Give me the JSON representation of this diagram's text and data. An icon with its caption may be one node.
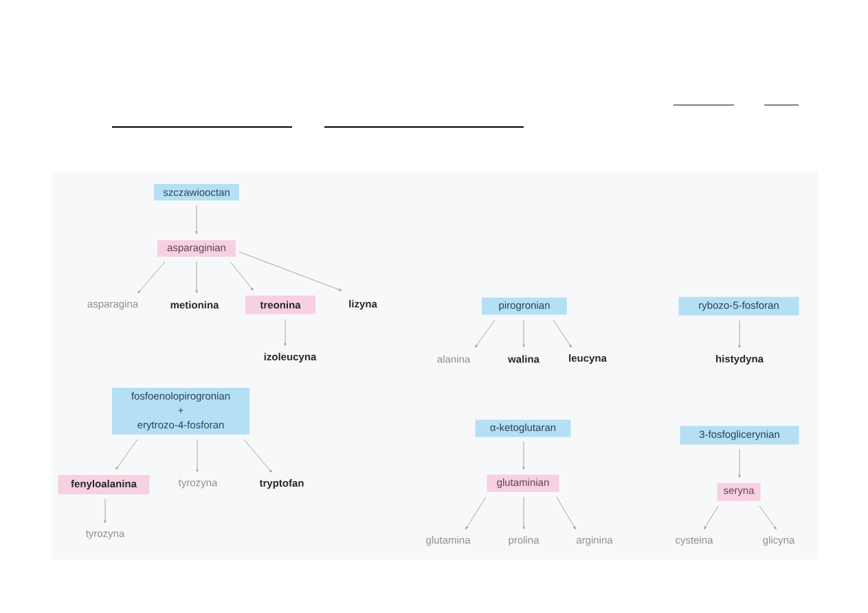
{
  "diagram": {
    "nodes": [
      {
        "text": [
          "szczawiooctan"
        ]
      },
      {
        "text": [
          "asparaginian"
        ]
      },
      {
        "text": [
          "asparagina"
        ]
      },
      {
        "text": [
          "metionina"
        ]
      },
      {
        "text": [
          "treonina"
        ]
      },
      {
        "text": [
          "lizyna"
        ]
      },
      {
        "text": [
          "izoleucyna"
        ]
      },
      {
        "text": [
          "fosfoenolopirogronian + erytrozo-4-fosforan"
        ]
      },
      {
        "text": [
          "fenyloalanina"
        ]
      },
      {
        "text": [
          "tyrozyna"
        ]
      },
      {
        "text": [
          "tryptofan"
        ]
      },
      {
        "text": [
          "tyrozyna"
        ]
      },
      {
        "text": [
          "pirogronian"
        ]
      },
      {
        "text": [
          "alanina"
        ]
      },
      {
        "text": [
          "walina"
        ]
      },
      {
        "text": [
          "leucyna"
        ]
      },
      {
        "text": [
          "rybozo-5-fosforan"
        ]
      },
      {
        "text": [
          "histydyna"
        ]
      },
      {
        "text": [
          "α-ketoglutaran"
        ]
      },
      {
        "text": [
          "glutaminian"
        ]
      },
      {
        "text": [
          "glutamina"
        ]
      },
      {
        "text": [
          "prolina"
        ]
      },
      {
        "text": [
          "arginina"
        ]
      },
      {
        "text": [
          "3-fosfoglicerynian"
        ]
      },
      {
        "text": [
          "seryna"
        ]
      },
      {
        "text": [
          "cysteina"
        ]
      },
      {
        "text": [
          "glicyna"
        ]
      }
    ],
    "edges": [
      {
        "from": 0,
        "to": 1,
        "arrow": "to"
      },
      {
        "from": 1,
        "to": 2,
        "arrow": "to"
      },
      {
        "from": 1,
        "to": 3,
        "arrow": "to"
      },
      {
        "from": 1,
        "to": 4,
        "arrow": "to"
      },
      {
        "from": 1,
        "to": 5,
        "arrow": "to"
      },
      {
        "from": 4,
        "to": 6,
        "arrow": "to"
      },
      {
        "from": 7,
        "to": 8,
        "arrow": "to"
      },
      {
        "from": 7,
        "to": 9,
        "arrow": "to"
      },
      {
        "from": 7,
        "to": 10,
        "arrow": "to"
      },
      {
        "from": 8,
        "to": 11,
        "arrow": "to"
      },
      {
        "from": 12,
        "to": 13,
        "arrow": "to"
      },
      {
        "from": 12,
        "to": 14,
        "arrow": "to"
      },
      {
        "from": 12,
        "to": 15,
        "arrow": "to"
      },
      {
        "from": 16,
        "to": 17,
        "arrow": "to"
      },
      {
        "from": 18,
        "to": 19,
        "arrow": "to"
      },
      {
        "from": 19,
        "to": 20,
        "arrow": "to"
      },
      {
        "from": 19,
        "to": 21,
        "arrow": "to"
      },
      {
        "from": 19,
        "to": 22,
        "arrow": "to"
      },
      {
        "from": 23,
        "to": 24,
        "arrow": "to"
      },
      {
        "from": 24,
        "to": 25,
        "arrow": "to"
      },
      {
        "from": 24,
        "to": 26,
        "arrow": "to"
      }
    ]
  }
}
